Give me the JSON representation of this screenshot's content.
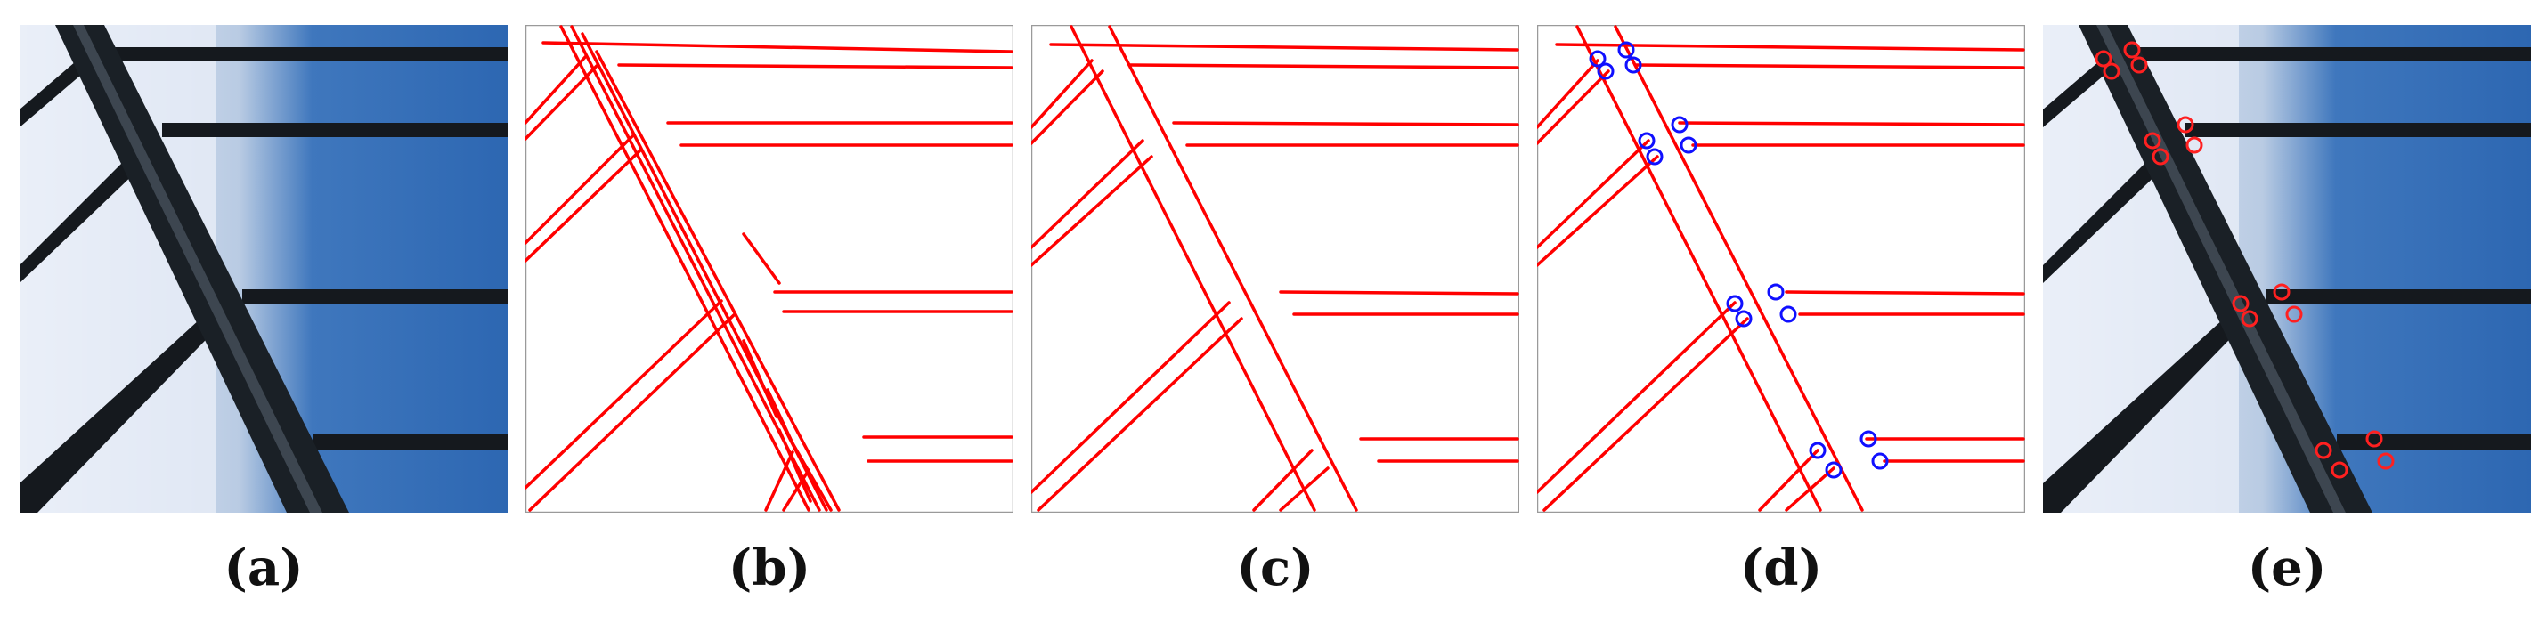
{
  "figure": {
    "panels": [
      {
        "id": "a",
        "label": "(a)",
        "kind": "photo",
        "description_icon": "glass-facade-photo"
      },
      {
        "id": "b",
        "label": "(b)",
        "kind": "raw-line-segments"
      },
      {
        "id": "c",
        "label": "(c)",
        "kind": "merged-line-segments"
      },
      {
        "id": "d",
        "label": "(d)",
        "kind": "junction-points"
      },
      {
        "id": "e",
        "label": "(e)",
        "kind": "photo-with-junctions"
      }
    ],
    "colors": {
      "line": "#ff0000",
      "junction_marker": "#1010ff",
      "junction_marker_photo": "#ff2020",
      "frame": "#9a9a9a",
      "sky_light": "#dde6f2",
      "sky_blue": "#2f6cb8",
      "beam_dark": "#15191e"
    }
  }
}
